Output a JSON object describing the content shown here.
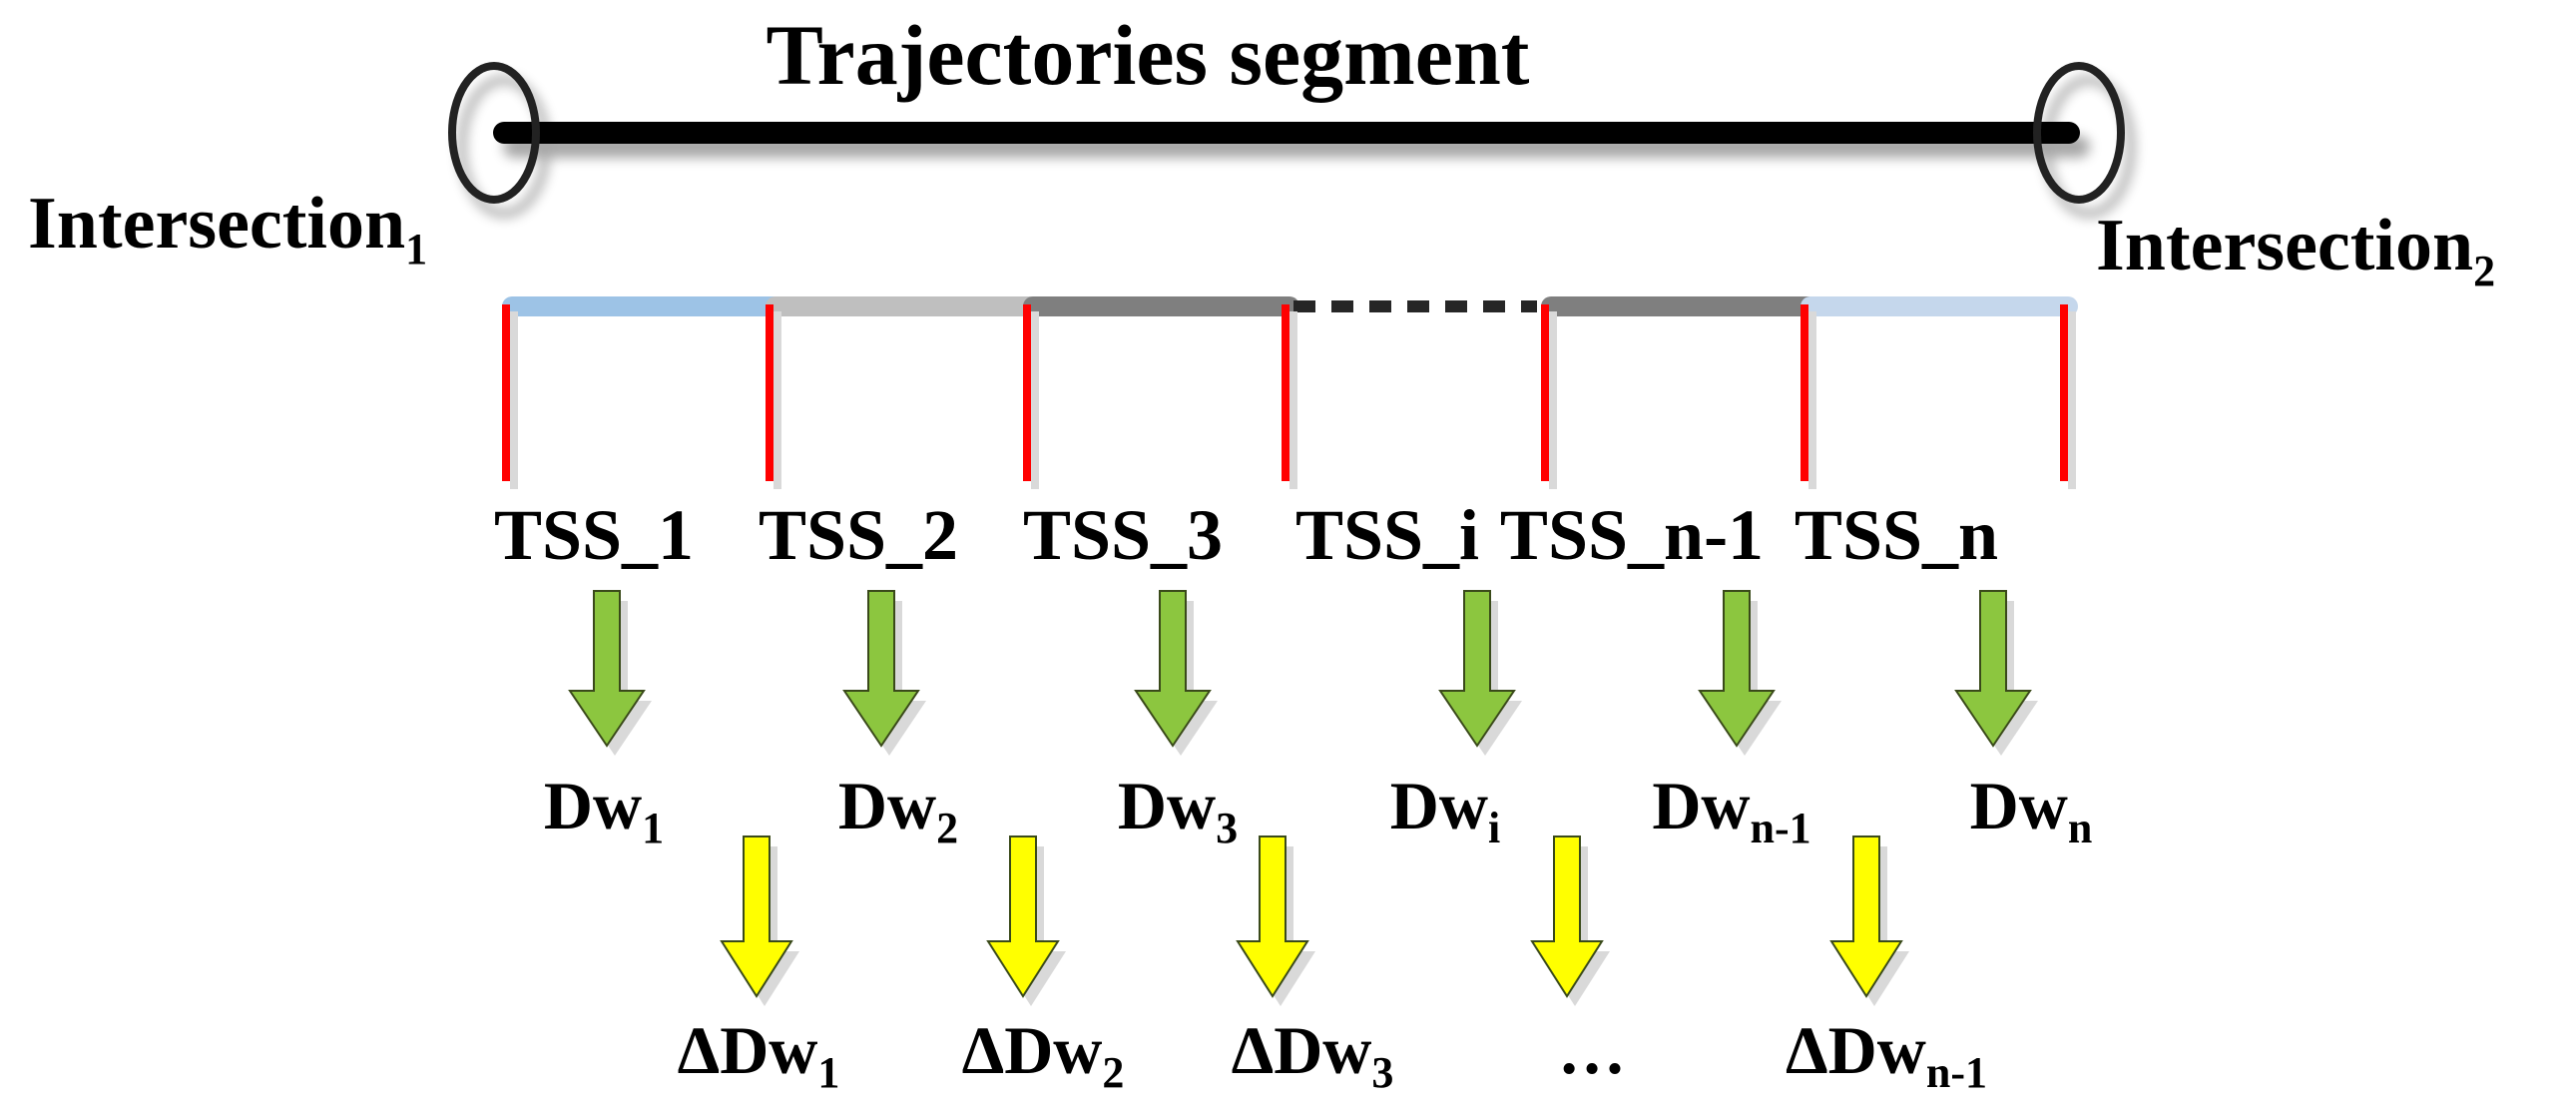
{
  "title": "Trajectories segment",
  "intersections": [
    {
      "base": "Intersection",
      "sub": "1"
    },
    {
      "base": "Intersection",
      "sub": "2"
    }
  ],
  "segments": [
    {
      "label": "TSS_1",
      "color": "#9dc3e6"
    },
    {
      "label": "TSS_2",
      "color": "#bfbfbf"
    },
    {
      "label": "TSS_3",
      "color": "#7f7f7f"
    },
    {
      "label": "TSS_i",
      "color": "#262626"
    },
    {
      "label": "TSS_n-1",
      "color": "#7f7f7f"
    },
    {
      "label": "TSS_n",
      "color": "#c5d7ec"
    }
  ],
  "dw": [
    {
      "base": "Dw",
      "sub": "1"
    },
    {
      "base": "Dw",
      "sub": "2"
    },
    {
      "base": "Dw",
      "sub": "3"
    },
    {
      "base": "Dw",
      "sub": "i"
    },
    {
      "base": "Dw",
      "sub": "n-1"
    },
    {
      "base": "Dw",
      "sub": "n"
    }
  ],
  "delta_dw": [
    {
      "base": "ΔDw",
      "sub": "1"
    },
    {
      "base": "ΔDw",
      "sub": "2"
    },
    {
      "base": "ΔDw",
      "sub": "3"
    },
    {
      "base": "…",
      "sub": ""
    },
    {
      "base": "ΔDw",
      "sub": "n-1"
    }
  ],
  "colors": {
    "main_line": "#000000",
    "divider": "#ff0000",
    "green_arrow": "#8cc63f",
    "yellow_arrow": "#ffff00",
    "arrow_outline": "#3a4a1a"
  }
}
